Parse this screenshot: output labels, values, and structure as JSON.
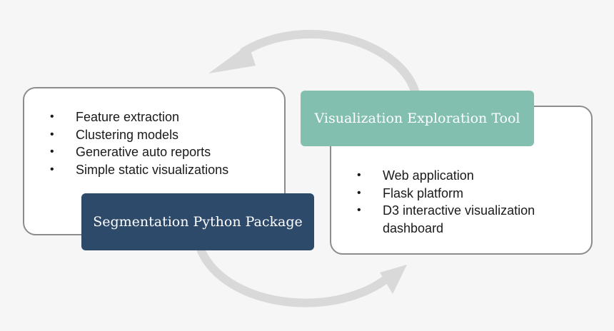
{
  "diagram": {
    "left_panel": {
      "items": [
        "Feature extraction",
        "Clustering models",
        "Generative auto reports",
        "Simple static visualizations"
      ],
      "label": "Segmentation Python Package"
    },
    "right_panel": {
      "items": [
        "Web application",
        "Flask platform",
        "D3 interactive visualization dashboard"
      ],
      "label": "Visualization Exploration Tool"
    },
    "bullet_glyph": "•",
    "colors": {
      "background": "#f6f6f6",
      "box_border": "#8c8c8c",
      "segmentation_fill": "#2e4a6b",
      "visualization_fill": "#83bfaf",
      "arrow": "#d9d9d9"
    }
  }
}
